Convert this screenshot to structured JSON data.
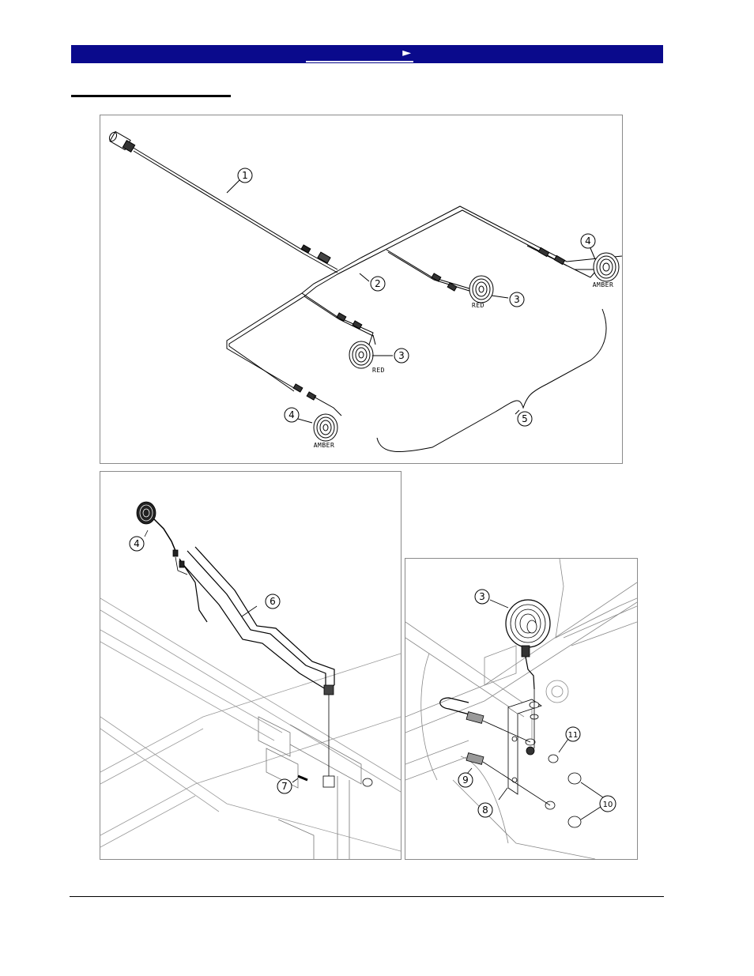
{
  "nav": {
    "arrow": "►"
  },
  "harness_diagram": {
    "callouts": [
      "1",
      "2",
      "3",
      "3",
      "4",
      "4",
      "5"
    ],
    "labels": {
      "red_top": "RED",
      "red_mid": "RED",
      "amber_right": "AMBER",
      "amber_bottom": "AMBER"
    }
  },
  "mount_arm_diagram": {
    "callouts": [
      "4",
      "6",
      "7"
    ]
  },
  "bracket_diagram": {
    "callouts": [
      "3",
      "11",
      "9",
      "8",
      "10"
    ]
  }
}
